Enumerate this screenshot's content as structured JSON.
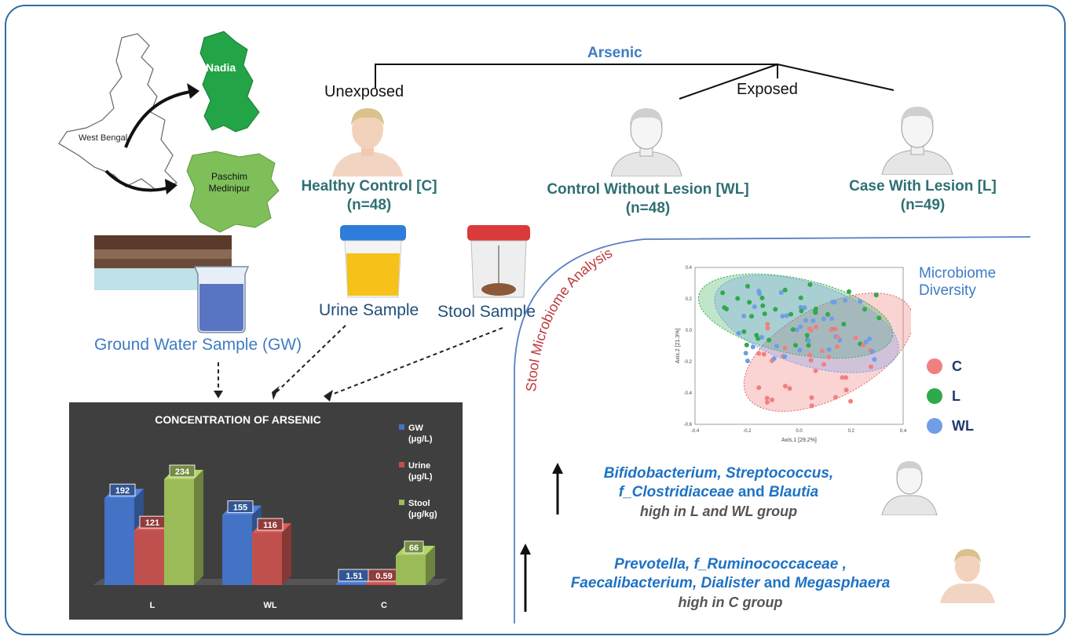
{
  "map": {
    "state_label": "West Bengal",
    "district1": "Nadia",
    "district2_line1": "Paschim",
    "district2_line2": "Medinipur"
  },
  "tree": {
    "root": "Arsenic",
    "branch_unexposed": "Unexposed",
    "branch_exposed": "Exposed"
  },
  "groups": [
    {
      "name": "Healthy Control [C]",
      "n": "(n=48)"
    },
    {
      "name": "Control Without Lesion [WL]",
      "n": "(n=48)"
    },
    {
      "name": "Case With Lesion [L]",
      "n": "(n=49)"
    }
  ],
  "samples": {
    "ground_water": "Ground Water Sample (GW)",
    "urine": "Urine Sample",
    "stool": "Stool Sample"
  },
  "chart_data": {
    "type": "bar",
    "title": "CONCENTRATION OF ARSENIC",
    "categories": [
      "L",
      "WL",
      "C"
    ],
    "series": [
      {
        "name": "GW (μg/L)",
        "name_line1": "GW",
        "name_line2": "(μg/L)",
        "color": "#4472c4",
        "values": [
          192,
          155,
          1.51
        ],
        "labels": [
          "192",
          "155",
          "1.51"
        ]
      },
      {
        "name": "Urine (μg/L)",
        "name_line1": "Urine",
        "name_line2": "(μg/L)",
        "color": "#c0504d",
        "values": [
          121,
          116,
          0.59
        ],
        "labels": [
          "121",
          "116",
          "0.59"
        ]
      },
      {
        "name": "Stool (μg/kg)",
        "name_line1": "Stool",
        "name_line2": "(μg/kg)",
        "color": "#9bbb59",
        "values": [
          234,
          null,
          66
        ],
        "labels": [
          "234",
          "",
          "66"
        ]
      }
    ],
    "ylim": [
      0,
      260
    ],
    "grid": false,
    "legend": "right"
  },
  "analysis": {
    "arc_label": "Stool Microbiome Analysis",
    "diversity_line1": "Microbiome",
    "diversity_line2": "Diversity",
    "pcoa": {
      "x_label": "Axis.1  [29.2%]",
      "y_label": "Axis.2  [21.3%]",
      "x_ticks": [
        "-0.4",
        "-0.2",
        "0.0",
        "0.2",
        "0.4"
      ],
      "y_ticks": [
        "0.4",
        "0.2",
        "0.0",
        "-0.2",
        "-0.4",
        "-0.6"
      ],
      "legend": [
        {
          "label": "C",
          "color": "#f08080"
        },
        {
          "label": "L",
          "color": "#2eaa4a"
        },
        {
          "label": "WL",
          "color": "#6f9de8"
        }
      ]
    },
    "finding1": {
      "line1": "Bifidobacterium, Streptococcus,",
      "line2_a": "f_Clostridiaceae",
      "line2_and": " and ",
      "line2_b": "Blautia",
      "line3": "high in L and WL group"
    },
    "finding2": {
      "line1": "Prevotella, f_Ruminococcaceae ,",
      "line2_a": "Faecalibacterium, Dialister",
      "line2_and": " and ",
      "line2_b": "Megasphaera",
      "line3": "high in C group"
    }
  }
}
